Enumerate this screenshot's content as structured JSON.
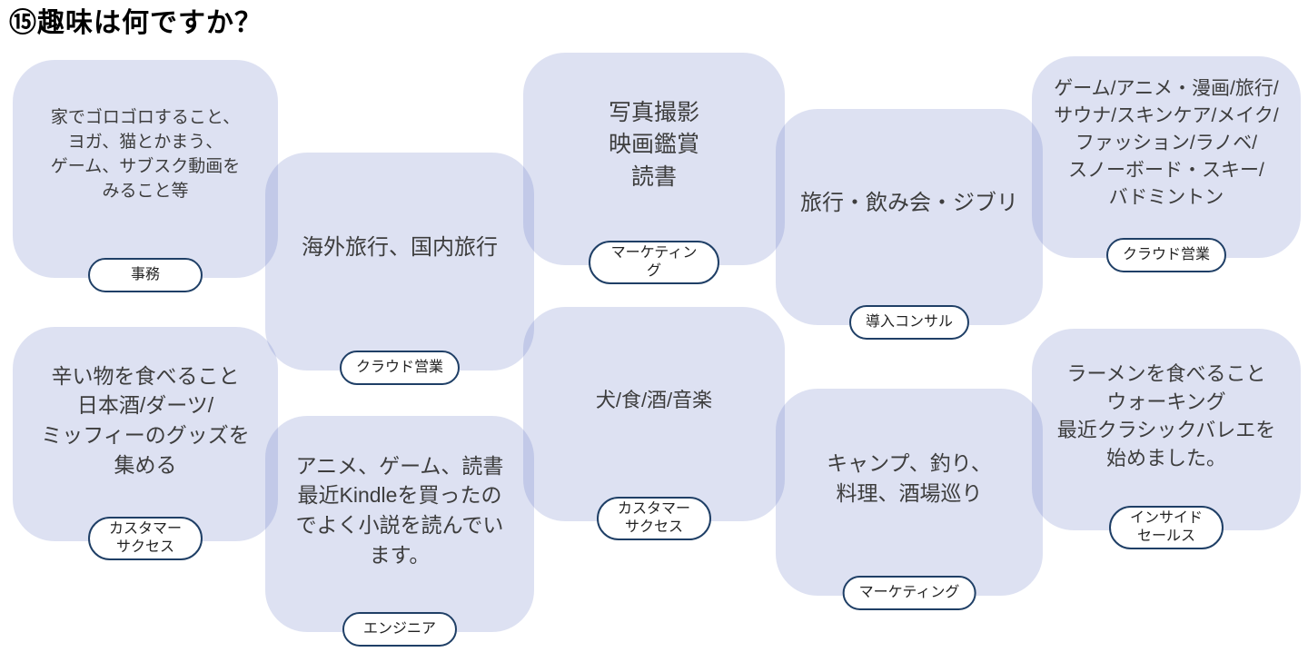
{
  "title": "⑮趣味は何ですか？",
  "colors": {
    "card_fill": "rgba(100,118,196,0.22)",
    "badge_border": "#1f3f66",
    "badge_fill": "#ffffff",
    "body_text": "#3d3d3d",
    "title_text": "#000000"
  },
  "cards": [
    {
      "text": "家でゴロゴロすること、\nヨガ、猫とかまう、\nゲーム、サブスク動画を\nみること等",
      "role": "事務"
    },
    {
      "text": "辛い物を食べること\n日本酒/ダーツ/\nミッフィーのグッズを\n集める",
      "role": "カスタマー\nサクセス"
    },
    {
      "text": "海外旅行、国内旅行",
      "role": "クラウド営業"
    },
    {
      "text": "アニメ、ゲーム、読書\n最近Kindleを買ったの\nでよく小説を読んでい\nます。",
      "role": "エンジニア"
    },
    {
      "text": "写真撮影\n映画鑑賞\n読書",
      "role": "マーケティング"
    },
    {
      "text": "犬/食/酒/音楽",
      "role": "カスタマー\nサクセス"
    },
    {
      "text": "旅行・飲み会・ジブリ",
      "role": "導入コンサル"
    },
    {
      "text": "キャンプ、釣り、\n料理、酒場巡り",
      "role": "マーケティング"
    },
    {
      "text": "ゲーム/アニメ・漫画/旅行/\nサウナ/スキンケア/メイク/\nファッション/ラノベ/\nスノーボード・スキー/\nバドミントン",
      "role": "クラウド営業"
    },
    {
      "text": "ラーメンを食べること\nウォーキング\n最近クラシックバレエを\n始めました。",
      "role": "インサイド\nセールス"
    }
  ]
}
